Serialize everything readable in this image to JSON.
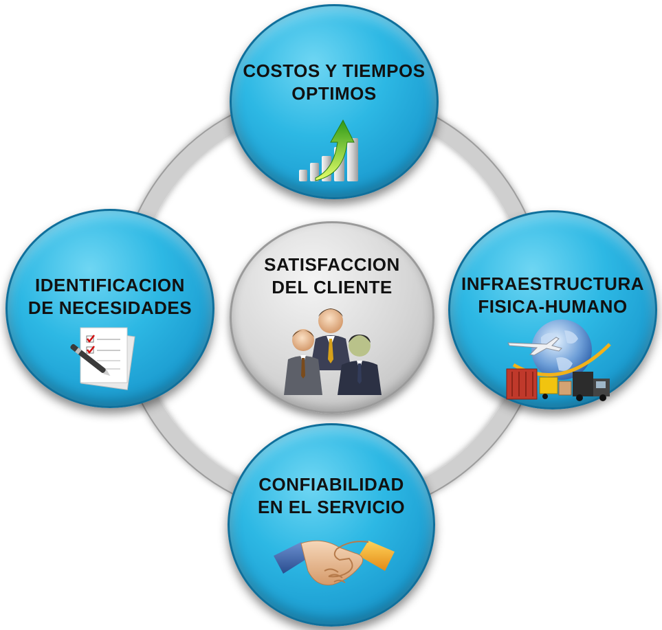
{
  "center": {
    "label": "SATISFACCION\nDEL CLIENTE",
    "icon": "business-people-icon"
  },
  "nodes": {
    "top": {
      "label": "COSTOS Y TIEMPOS\nOPTIMOS",
      "icon": "growth-chart-arrow-icon"
    },
    "left": {
      "label": "IDENTIFICACION\nDE  NECESIDADES",
      "icon": "checklist-pen-icon"
    },
    "right": {
      "label": "INFRAESTRUCTURA\nFISICA-HUMANO",
      "icon": "logistics-globe-icon"
    },
    "bottom": {
      "label": "CONFIABILIDAD\nEN EL SERVICIO",
      "icon": "handshake-icon"
    }
  },
  "colors": {
    "node_blue": "#2db8e4",
    "ring_gray": "#cfcfcf",
    "center_gray": "#d6d6d6"
  }
}
